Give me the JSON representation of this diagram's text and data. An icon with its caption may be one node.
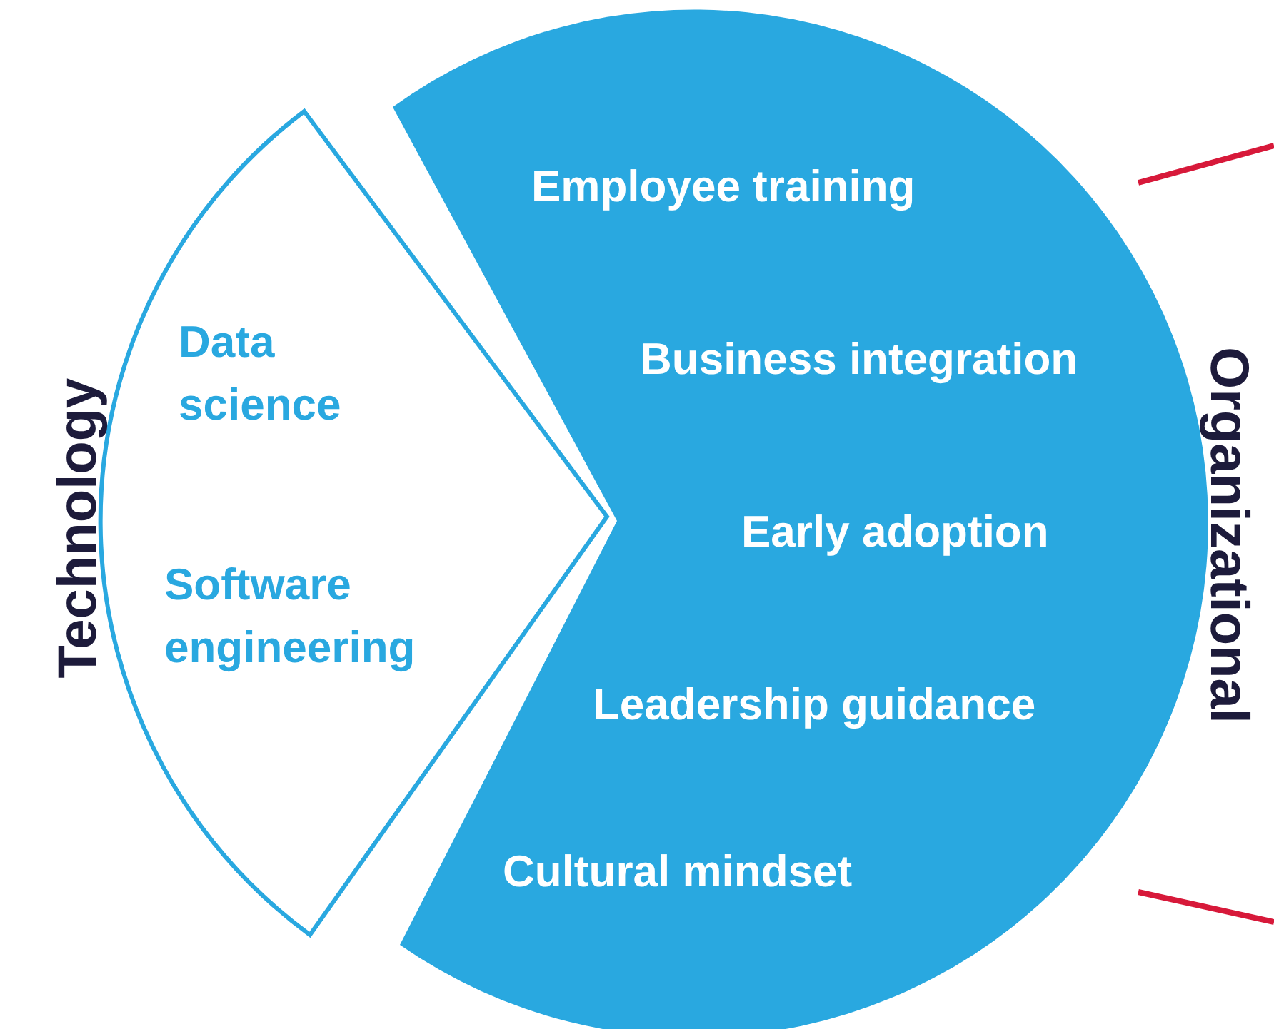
{
  "diagram": {
    "nodes": [
      {
        "text": [
          "Technology",
          "Data science",
          "Software engineering"
        ]
      },
      {
        "text": [
          "Organizational",
          "Employee training",
          "Business integration",
          "Early adoption",
          "Leadership guidance",
          "Cultural mindset"
        ]
      }
    ]
  }
}
